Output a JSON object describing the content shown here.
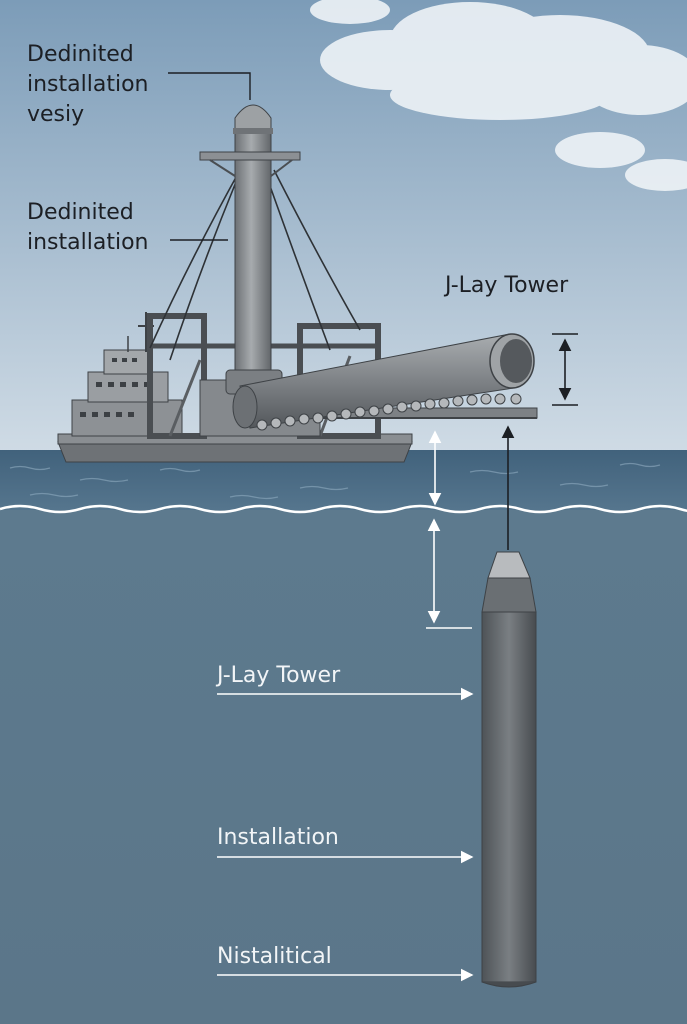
{
  "colors": {
    "sky_top": "#7f9fba",
    "sky_bottom": "#c9d7e2",
    "sea_surface": "#4f6f88",
    "underwater": "#5f7a8c",
    "steel": "#8e9296",
    "steel_dark": "#5a5e62",
    "label_dark": "#1c1f24",
    "label_light": "#f2f5f7"
  },
  "labels": {
    "top_label": [
      "Dedinited",
      "installation",
      "vesiy"
    ],
    "mid_label": [
      "Dedinited",
      "installation"
    ],
    "tower_label": "J-Lay Tower",
    "underwater_1": "J-Lay Tower",
    "underwater_2": "Installation",
    "underwater_3": "Nistalitical"
  }
}
